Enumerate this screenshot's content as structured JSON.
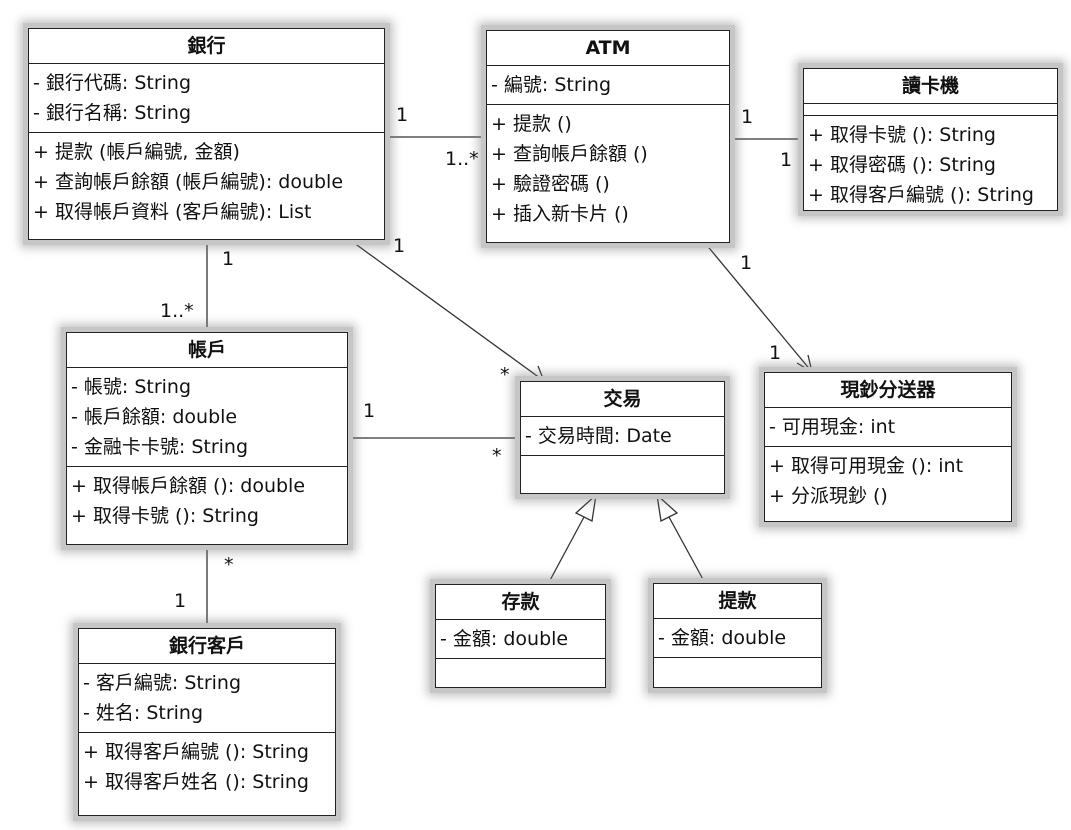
{
  "classes": {
    "bank": {
      "name": "銀行",
      "attributes": [
        "- 銀行代碼: String",
        "- 銀行名稱: String"
      ],
      "operations": [
        "+ 提款 (帳戶編號, 金額)",
        "+ 查詢帳戶餘額 (帳戶編號): double",
        "+ 取得帳戶資料 (客戶編號): List"
      ]
    },
    "atm": {
      "name": "ATM",
      "attributes": [
        "- 編號: String"
      ],
      "operations": [
        "+ 提款 ()",
        "+ 查詢帳戶餘額 ()",
        "+ 驗證密碼 ()",
        "+ 插入新卡片 ()"
      ]
    },
    "card_reader": {
      "name": "讀卡機",
      "attributes": [],
      "operations": [
        "+ 取得卡號 (): String",
        "+ 取得密碼 (): String",
        "+ 取得客戶編號 (): String"
      ]
    },
    "account": {
      "name": "帳戶",
      "attributes": [
        "- 帳號: String",
        "- 帳戶餘額: double",
        "- 金融卡卡號: String"
      ],
      "operations": [
        "+ 取得帳戶餘額 (): double",
        "+ 取得卡號 (): String"
      ]
    },
    "transaction": {
      "name": "交易",
      "attributes": [
        "- 交易時間: Date"
      ],
      "operations": []
    },
    "cash_dispenser": {
      "name": "現鈔分送器",
      "attributes": [
        "- 可用現金: int"
      ],
      "operations": [
        "+ 取得可用現金 (): int",
        "+ 分派現鈔 ()"
      ]
    },
    "deposit": {
      "name": "存款",
      "attributes": [
        "- 金額: double"
      ],
      "operations": []
    },
    "withdrawal": {
      "name": "提款",
      "attributes": [
        "- 金額: double"
      ],
      "operations": []
    },
    "bank_customer": {
      "name": "銀行客戶",
      "attributes": [
        "- 客戶編號: String",
        "- 姓名: String"
      ],
      "operations": [
        "+ 取得客戶編號 (): String",
        "+ 取得客戶姓名 (): String"
      ]
    }
  },
  "relationships": [
    {
      "from": "bank",
      "to": "atm",
      "type": "association",
      "from_mult": "1",
      "to_mult": "1..*"
    },
    {
      "from": "atm",
      "to": "card_reader",
      "type": "association",
      "from_mult": "1",
      "to_mult": "1"
    },
    {
      "from": "bank",
      "to": "account",
      "type": "association",
      "from_mult": "1",
      "to_mult": "1..*"
    },
    {
      "from": "bank",
      "to": "transaction",
      "type": "directed-association",
      "from_mult": "1",
      "to_mult": "*"
    },
    {
      "from": "atm",
      "to": "cash_dispenser",
      "type": "directed-association",
      "from_mult": "1",
      "to_mult": "1"
    },
    {
      "from": "account",
      "to": "transaction",
      "type": "association",
      "from_mult": "1",
      "to_mult": "*"
    },
    {
      "from": "account",
      "to": "bank_customer",
      "type": "association",
      "from_mult": "*",
      "to_mult": "1"
    },
    {
      "from": "deposit",
      "to": "transaction",
      "type": "generalization"
    },
    {
      "from": "withdrawal",
      "to": "transaction",
      "type": "generalization"
    }
  ]
}
